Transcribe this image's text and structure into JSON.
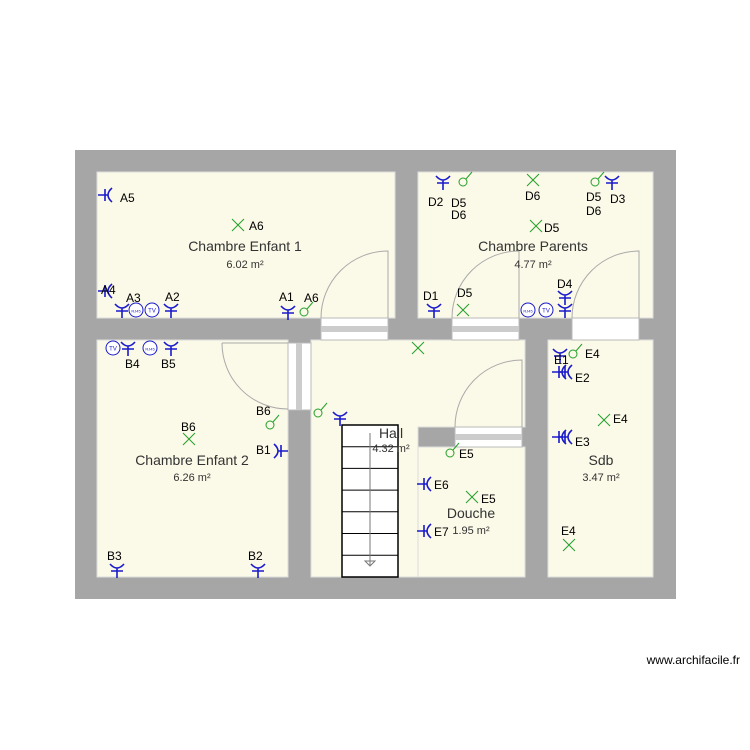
{
  "colors": {
    "wall": "#a6a6a6",
    "floor": "#fbf9e7",
    "socket": "#1a1acc",
    "light": "#22a02a"
  },
  "rooms": [
    {
      "name": "Chambre Enfant 1",
      "area": "6.02 m²"
    },
    {
      "name": "Chambre Parents",
      "area": "4.77 m²"
    },
    {
      "name": "Chambre Enfant 2",
      "area": "6.26 m²"
    },
    {
      "name": "Hall",
      "area": "4.32 m²"
    },
    {
      "name": "Douche",
      "area": "1.95 m²"
    },
    {
      "name": "Sdb",
      "area": "3.47 m²"
    }
  ],
  "labels": [
    "A5",
    "A6",
    "A4",
    "A3",
    "A2",
    "A1",
    "A6",
    "D2",
    "D5",
    "D6",
    "D6",
    "D5",
    "D3",
    "D6",
    "D5",
    "D1",
    "D5",
    "D4",
    "B4",
    "B5",
    "B6",
    "B6",
    "B1",
    "B3",
    "B2",
    "E1",
    "E4",
    "E2",
    "E4",
    "E3",
    "E5",
    "E6",
    "E5",
    "E7",
    "E4"
  ],
  "outlet_badges": [
    "RJ45",
    "TV",
    "TV",
    "RJ45",
    "RJ45",
    "TV"
  ],
  "icons": {
    "socket": "socket-icon",
    "light": "ceiling-light-icon",
    "switch": "switch-icon",
    "stairs": "stairs-icon"
  },
  "watermark": "www.archifacile.fr"
}
